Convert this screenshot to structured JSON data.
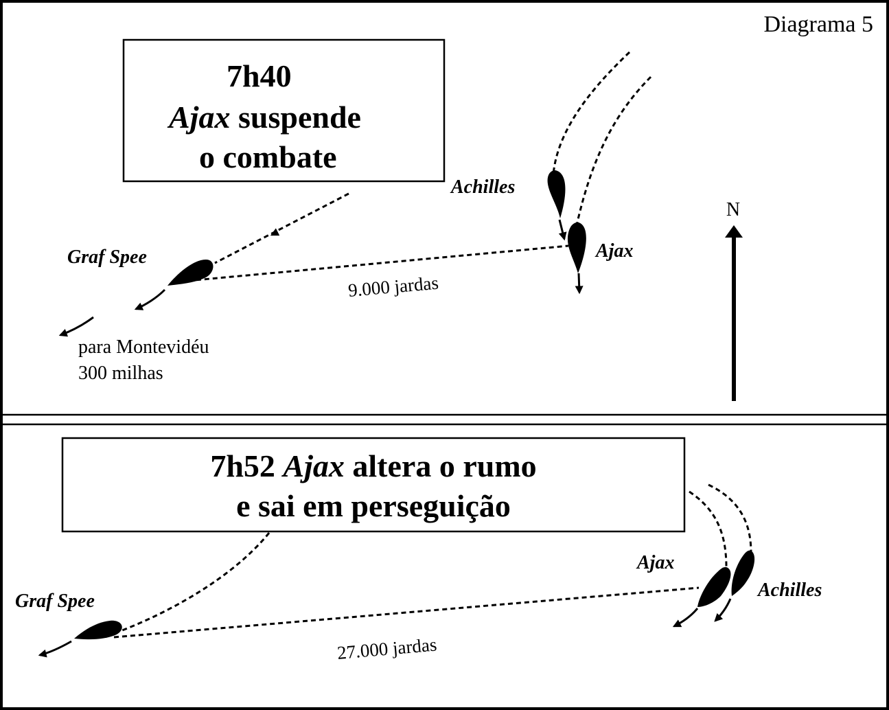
{
  "diagram_label": "Diagrama 5",
  "panel_top": {
    "title_line1": "7h40",
    "title_line2_ship": "Ajax",
    "title_line2_rest": " suspende",
    "title_line3": "o combate",
    "ship_achilles": "Achilles",
    "ship_ajax": "Ajax",
    "ship_graf_spee": "Graf Spee",
    "distance": "9.000 jardas",
    "destination_line1": "para Montevidéu",
    "destination_line2": "300 milhas",
    "north_label": "N"
  },
  "panel_bottom": {
    "title_line1_time": "7h52 ",
    "title_line1_ship": "Ajax",
    "title_line1_rest": " altera o rumo",
    "title_line2": "e sai em perseguição",
    "ship_ajax": "Ajax",
    "ship_achilles": "Achilles",
    "ship_graf_spee": "Graf Spee",
    "distance": "27.000 jardas"
  },
  "colors": {
    "ink": "#000000",
    "paper": "#ffffff"
  }
}
